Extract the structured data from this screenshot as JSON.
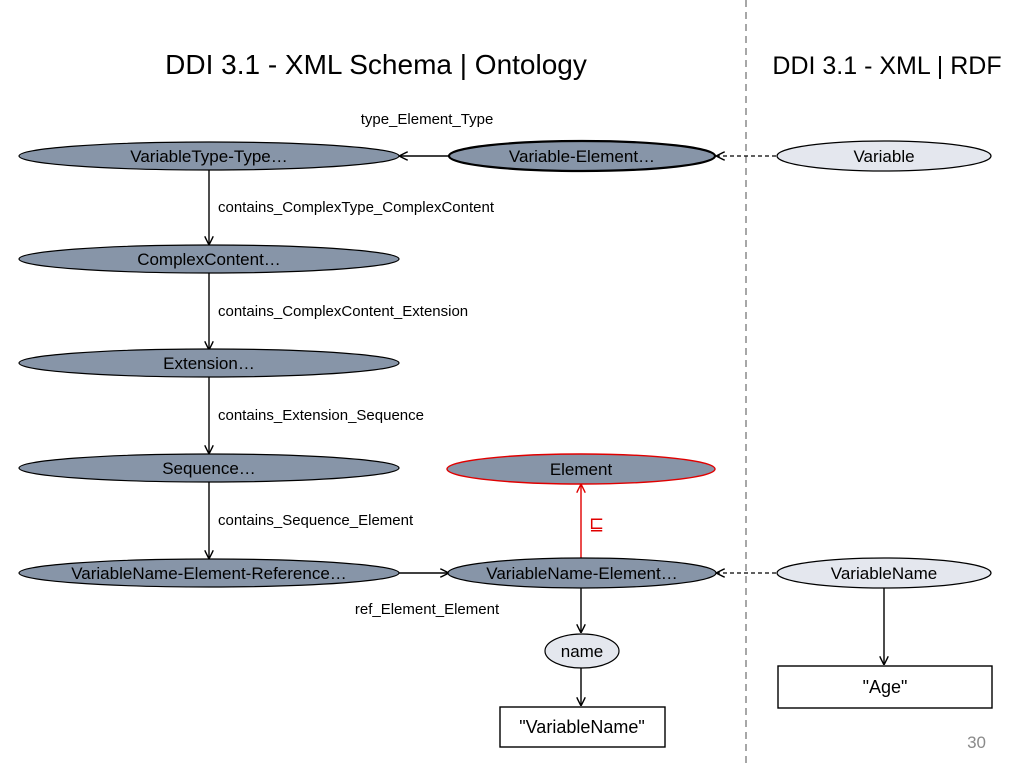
{
  "titles": {
    "left": "DDI 3.1 - XML Schema | Ontology",
    "right": "DDI 3.1 - XML | RDF"
  },
  "nodes": {
    "variable_type_type": "VariableType-Type…",
    "variable_element": "Variable-Element…",
    "variable": "Variable",
    "complex_content": "ComplexContent…",
    "extension": "Extension…",
    "sequence": "Sequence…",
    "element": "Element",
    "variable_name_element_reference": "VariableName-Element-Reference…",
    "variable_name_element": "VariableName-Element…",
    "variable_name": "VariableName",
    "name": "name"
  },
  "literals": {
    "variable_name_value": "\"VariableName\"",
    "age_value": "\"Age\""
  },
  "edges": {
    "type_element_type": "type_Element_Type",
    "contains_complextype_complexcontent": "contains_ComplexType_ComplexContent",
    "contains_complexcontent_extension": "contains_ComplexContent_Extension",
    "contains_extension_sequence": "contains_Extension_Sequence",
    "contains_sequence_element": "contains_Sequence_Element",
    "ref_element_element": "ref_Element_Element",
    "subclass_symbol": "⊑"
  },
  "page_number": "30"
}
